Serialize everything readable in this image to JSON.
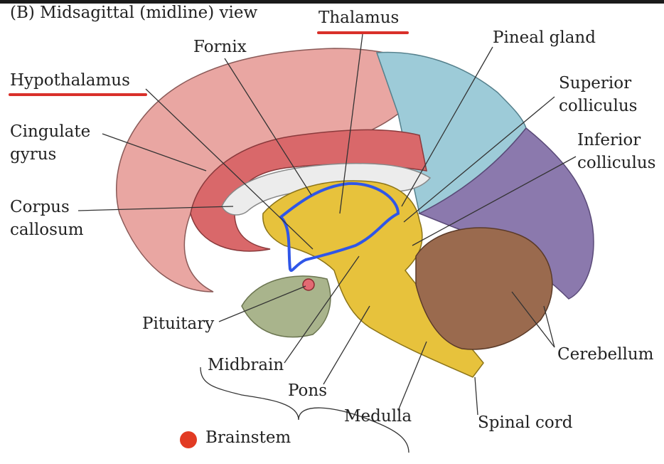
{
  "figure": {
    "title": "(B) Midsagittal (midline) view"
  },
  "labels": {
    "thalamus": "Thalamus",
    "fornix": "Fornix",
    "pineal_gland": "Pineal gland",
    "hypothalamus": "Hypothalamus",
    "superior_colliculus": [
      "Superior",
      "colliculus"
    ],
    "inferior_colliculus": [
      "Inferior",
      "colliculus"
    ],
    "cingulate_gyrus": [
      "Cingulate",
      "gyrus"
    ],
    "corpus_callosum": [
      "Corpus",
      "callosum"
    ],
    "pituitary": "Pituitary",
    "midbrain": "Midbrain",
    "pons": "Pons",
    "medulla": "Medulla",
    "spinal_cord": "Spinal cord",
    "cerebellum": "Cerebellum",
    "brainstem": "Brainstem"
  },
  "annotations": {
    "underline_color": "#d9302a",
    "outline_color": "#2f56e8",
    "dot_color": "#e23b23"
  },
  "colors": {
    "cortex": "#e9a6a2",
    "cingulate": "#d9686a",
    "parietal": "#9dcbd8",
    "occipital": "#8b79ad",
    "cerebellum": "#9a6a4e",
    "brainstem": "#e7c23c",
    "hypothalamus_region": "#a9b48c",
    "corpus_callosum": "#ececec"
  }
}
